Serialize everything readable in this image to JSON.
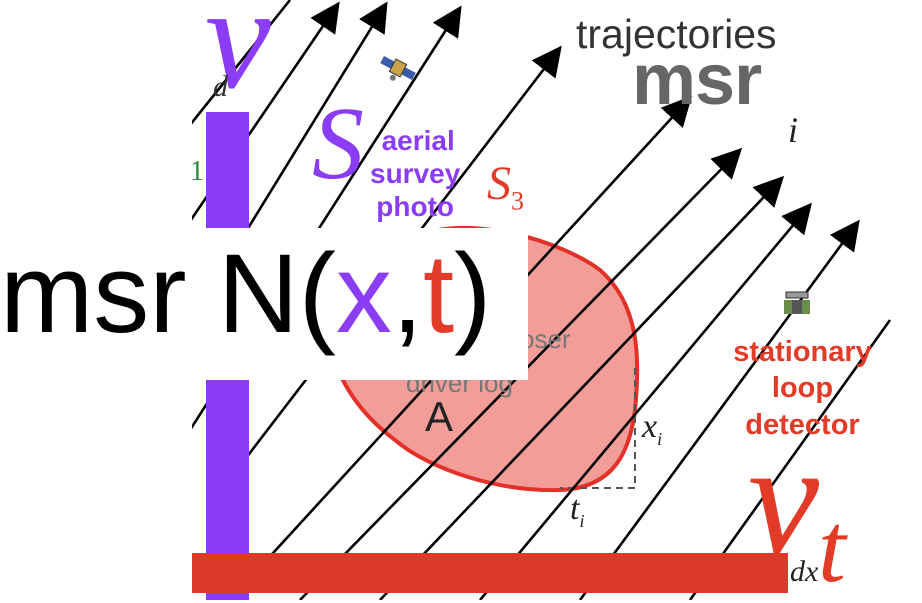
{
  "diagram": {
    "heading_top": "trajectories",
    "heading_msr": "msr",
    "symbol_v_purple": "v",
    "symbol_s_purple": "S",
    "aerial": [
      "aerial",
      "survey",
      "photo"
    ],
    "region_label": "S",
    "region_subscript": "3",
    "region_letter": "A",
    "probe_text": [
      "oser",
      "driver log"
    ],
    "loop_detector": [
      "stationary",
      "loop",
      "detector"
    ],
    "symbol_v_red": "v",
    "symbol_t_red": "t",
    "label_i": "i",
    "label_xi_base": "x",
    "label_ti_base": "t",
    "label_sub_i": "i",
    "label_d": "d",
    "label_dx": "dx",
    "left_fragment": "1",
    "big_prefix": "msr N(",
    "big_x": "x",
    "big_comma": ",",
    "big_t": "t",
    "big_suffix": ")"
  },
  "colors": {
    "purple": "#8b3cf5",
    "red": "#dc3a28",
    "region_fill": "#f08c86",
    "region_stroke": "#e3312a",
    "trajectory": "#000000",
    "msr_gray": "#666666"
  },
  "icons": [
    "satellite-icon",
    "road-sensor-icon"
  ]
}
